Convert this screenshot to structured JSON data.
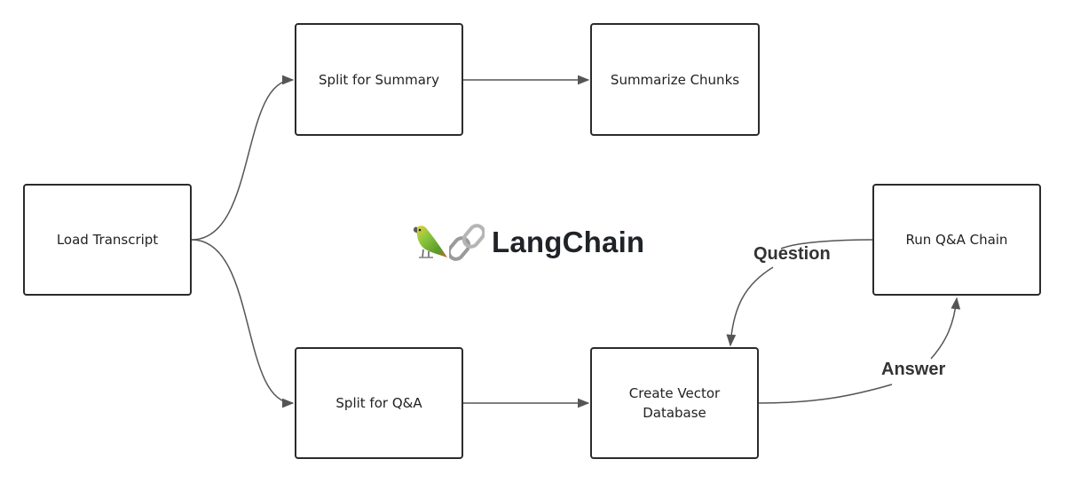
{
  "nodes": {
    "load_transcript": "Load Transcript",
    "split_summary": "Split for Summary",
    "summarize_chunks": "Summarize Chunks",
    "split_qa": "Split for Q&A",
    "create_vector_db_line1": "Create Vector",
    "create_vector_db_line2": "Database",
    "run_qa_chain": "Run Q&A Chain"
  },
  "edge_labels": {
    "question": "Question",
    "answer": "Answer"
  },
  "logo": {
    "text": "LangChain",
    "icons": [
      "parrot-icon",
      "chain-link-icon"
    ]
  },
  "colors": {
    "stroke": "#2b2b2b",
    "edge": "#555555"
  }
}
